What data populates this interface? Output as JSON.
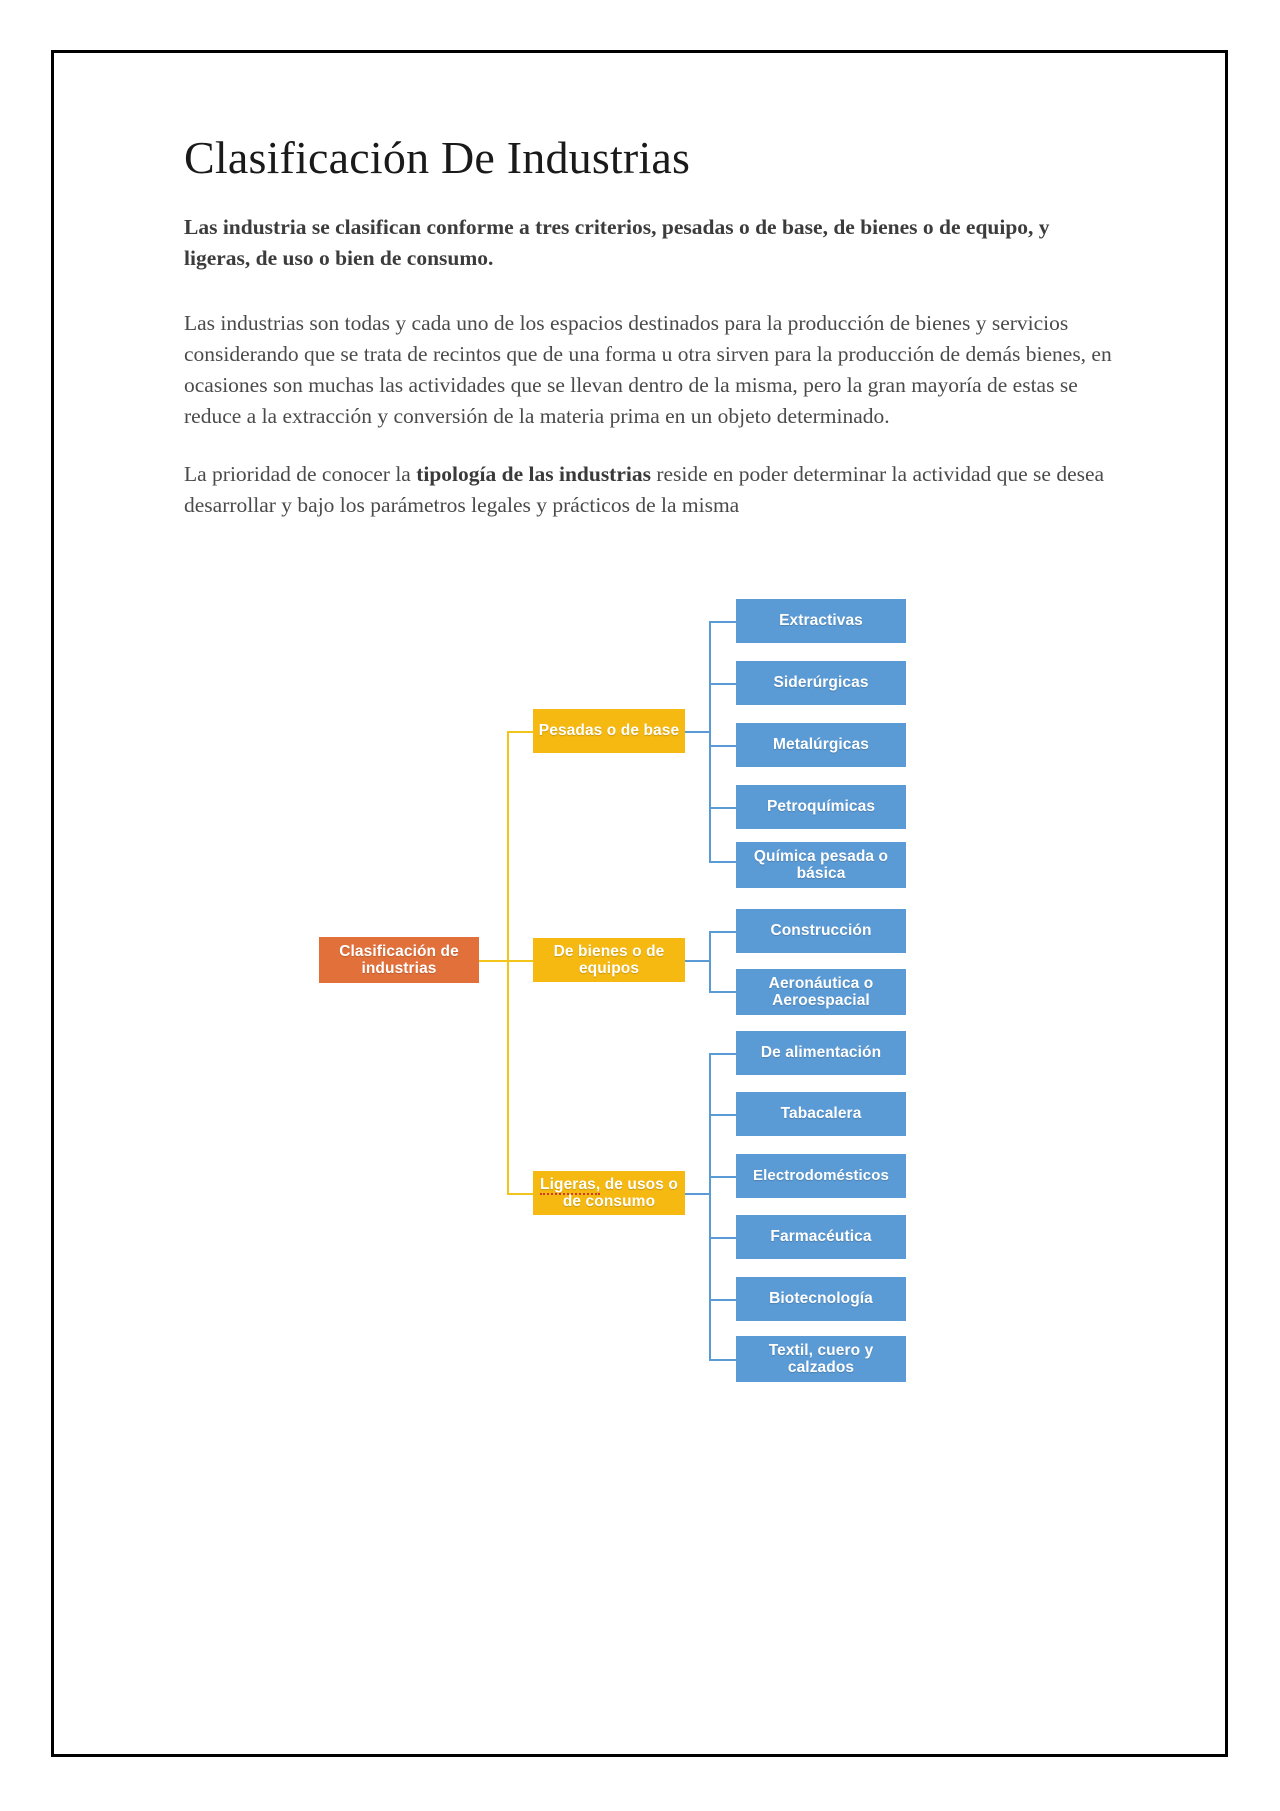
{
  "document": {
    "title": "Clasificación De Industrias",
    "paragraphs": [
      {
        "style": "lead",
        "text": "Las industria se clasifican conforme a tres criterios, pesadas o de base, de bienes o de equipo, y ligeras, de uso o bien de consumo."
      },
      {
        "style": "body",
        "text": "Las industrias son todas y cada uno de los espacios destinados para la producción de bienes y servicios considerando que se trata de recintos que de una forma u otra sirven para la producción de demás bienes, en ocasiones son muchas las actividades que se llevan dentro de la misma, pero la gran mayoría de estas se reduce a  la extracción y conversión de la materia prima en un objeto determinado."
      },
      {
        "style": "body-mixed",
        "prefix": "La prioridad de conocer la ",
        "bold": "tipología de las industrias",
        "suffix": " reside en poder determinar la actividad que se desea desarrollar y bajo los parámetros legales y prácticos de la misma"
      }
    ]
  },
  "colors": {
    "root": "#E2703A",
    "branch": "#F5B912",
    "leaf": "#5B9BD5",
    "connector_yellow": "#F3C419",
    "connector_blue": "#5B9BD5",
    "page_border": "#000000",
    "text_body": "#4a4a4a"
  },
  "diagram": {
    "type": "tree",
    "root": {
      "label": "Clasificación de industrias"
    },
    "branches": [
      {
        "label": "Pesadas o de base",
        "children": [
          {
            "label": "Extractivas"
          },
          {
            "label": "Siderúrgicas"
          },
          {
            "label": "Metalúrgicas"
          },
          {
            "label": "Petroquímicas"
          },
          {
            "label": "Química pesada o básica"
          }
        ]
      },
      {
        "label": "De bienes o de equipos",
        "children": [
          {
            "label": "Construcción"
          },
          {
            "label": "Aeronáutica o Aeroespacial"
          }
        ]
      },
      {
        "label": "Ligeras, de usos o de consumo",
        "spell_underline_word": "Ligeras,",
        "children": [
          {
            "label": "De alimentación"
          },
          {
            "label": "Tabacalera"
          },
          {
            "label": "Electrodomésticos"
          },
          {
            "label": "Farmacéutica"
          },
          {
            "label": "Biotecnología"
          },
          {
            "label": "Textil, cuero y calzados"
          }
        ]
      }
    ]
  }
}
